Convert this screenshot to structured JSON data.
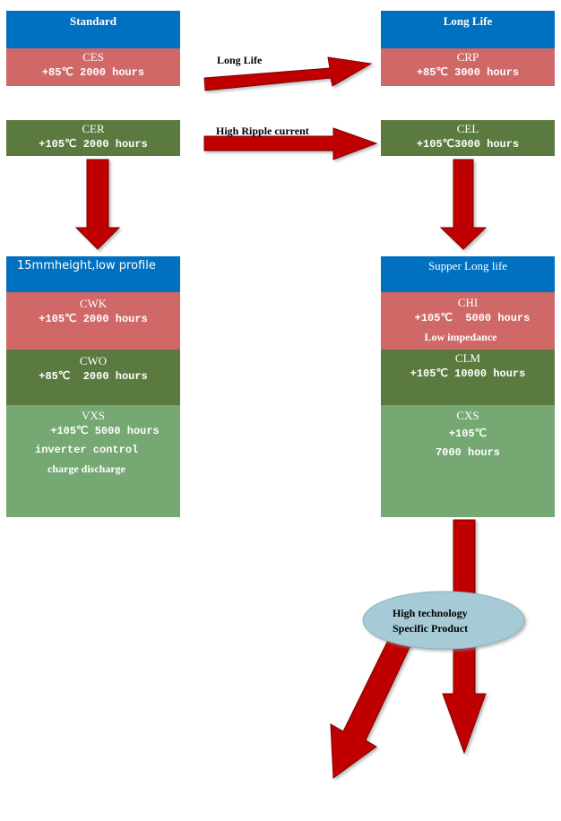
{
  "colors": {
    "blue": "#0070c0",
    "red": "#d06868",
    "dark_green": "#5b7a3f",
    "light_green": "#75a872",
    "arrow": "#c00000",
    "oval": "#a6cbd6"
  },
  "left": {
    "standard": {
      "header": "Standard",
      "name": "CES",
      "spec": "+85℃ 2000 hours"
    },
    "cer": {
      "name": "CER",
      "spec": "+105℃ 2000 hours"
    },
    "low_profile": {
      "header": "15mmheight,low profile"
    },
    "cwk": {
      "name": "CWK",
      "spec": "+105℃ 2000 hours"
    },
    "cwo": {
      "name": "CWO",
      "spec": "+85℃  2000 hours"
    },
    "vxs": {
      "name": "VXS",
      "spec": "+105℃ 5000 hours",
      "line2": "inverter control",
      "line3": "charge discharge"
    }
  },
  "right": {
    "long_life": {
      "header": "Long Life",
      "name": "CRP",
      "spec": "+85℃ 3000 hours"
    },
    "cel": {
      "name": "CEL",
      "spec": "+105℃3000 hours"
    },
    "supper": {
      "header": "Supper Long life"
    },
    "chi": {
      "name": "CHI",
      "spec": "+105℃  5000 hours",
      "line2": "Low impedance"
    },
    "clm": {
      "name": "CLM",
      "spec": "+105℃ 10000 hours"
    },
    "cxs": {
      "name": "CXS",
      "spec": "+105℃",
      "line2": "7000 hours"
    }
  },
  "arrow_labels": {
    "long_life": "Long Life",
    "high_ripple": "High Ripple current"
  },
  "oval": {
    "line1": "High technology",
    "line2": "Specific Product"
  }
}
